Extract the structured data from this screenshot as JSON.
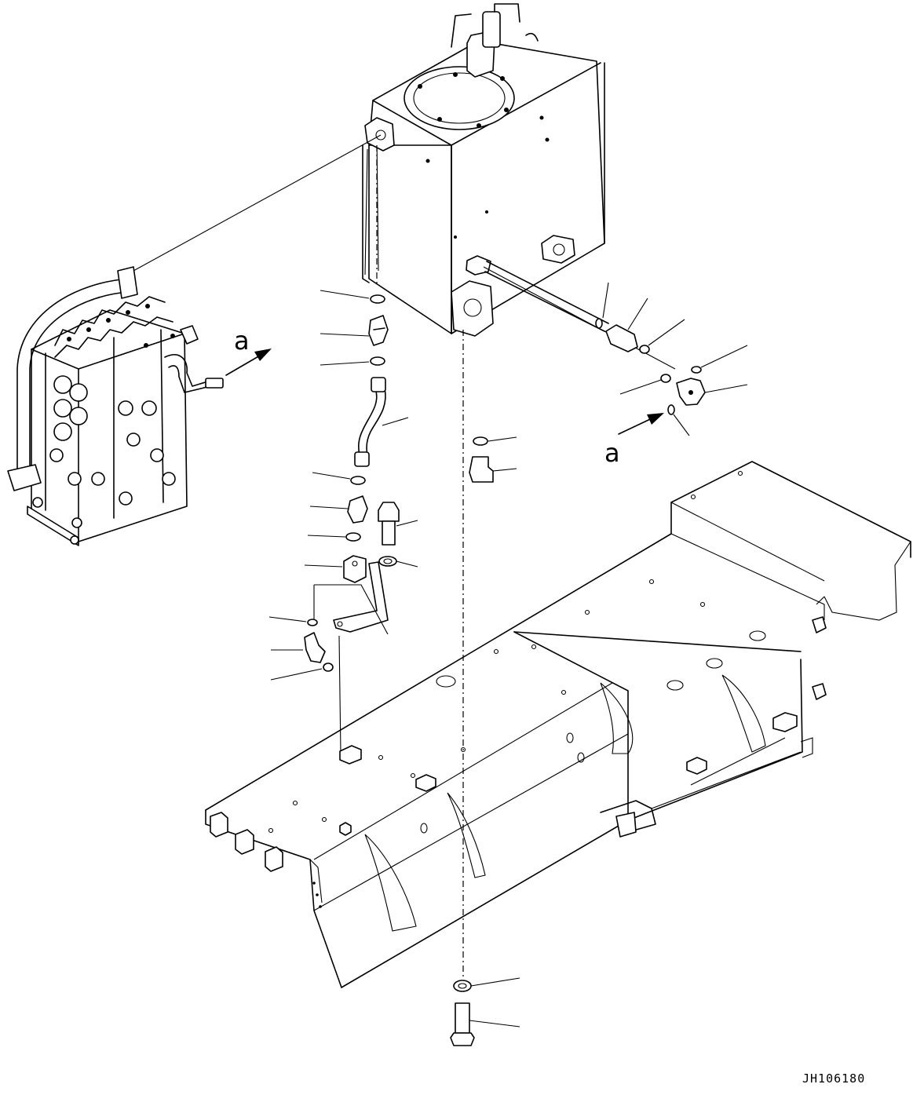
{
  "diagram": {
    "view_label_left": "a",
    "view_label_right": "a",
    "drawing_code": "JH106180"
  }
}
